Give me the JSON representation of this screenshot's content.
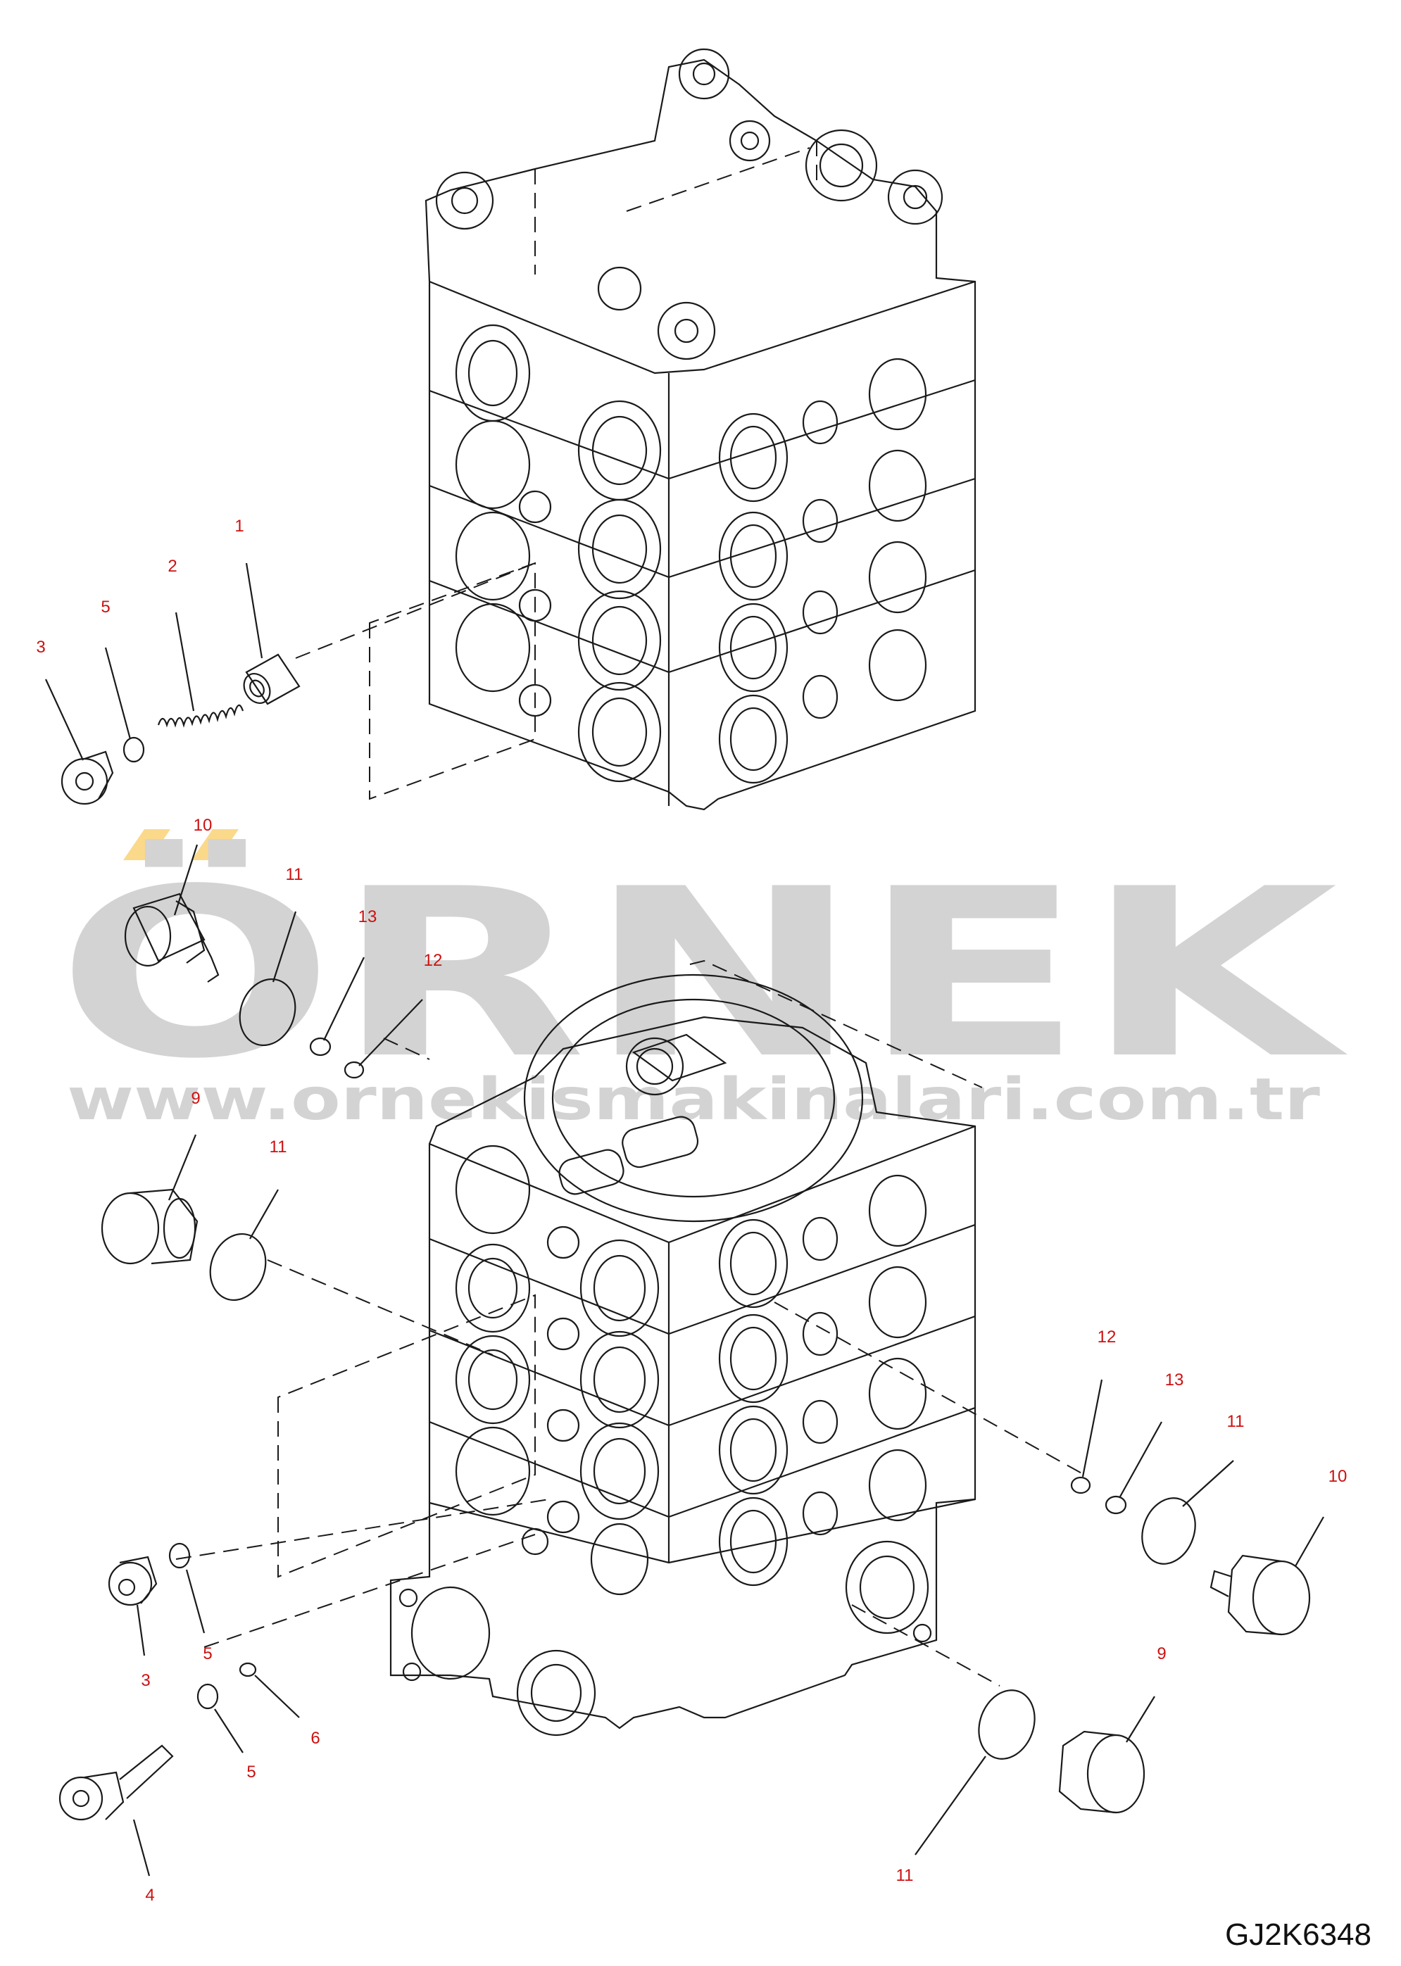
{
  "diagram": {
    "drawing_code": "GJ2K6348",
    "callouts": [
      {
        "id": "c1",
        "label": "1"
      },
      {
        "id": "c2",
        "label": "2"
      },
      {
        "id": "c5a",
        "label": "5"
      },
      {
        "id": "c3a",
        "label": "3"
      },
      {
        "id": "c10a",
        "label": "10"
      },
      {
        "id": "c11a",
        "label": "11"
      },
      {
        "id": "c13a",
        "label": "13"
      },
      {
        "id": "c12a",
        "label": "12"
      },
      {
        "id": "c9a",
        "label": "9"
      },
      {
        "id": "c11b",
        "label": "11"
      },
      {
        "id": "c12b",
        "label": "12"
      },
      {
        "id": "c13b",
        "label": "13"
      },
      {
        "id": "c11c",
        "label": "11"
      },
      {
        "id": "c10b",
        "label": "10"
      },
      {
        "id": "c9b",
        "label": "9"
      },
      {
        "id": "c5b",
        "label": "5"
      },
      {
        "id": "c3b",
        "label": "3"
      },
      {
        "id": "c5c",
        "label": "5"
      },
      {
        "id": "c6",
        "label": "6"
      },
      {
        "id": "c4",
        "label": "4"
      },
      {
        "id": "c11d",
        "label": "11"
      }
    ]
  },
  "watermark": {
    "brand": "ÖRNEK",
    "url": "www.ornekismakinalari.com.tr",
    "color": "#d3d3d3",
    "accent_color": "#fbd98a"
  },
  "colors": {
    "line": "#1a1a1a",
    "callout": "#cc1111"
  }
}
